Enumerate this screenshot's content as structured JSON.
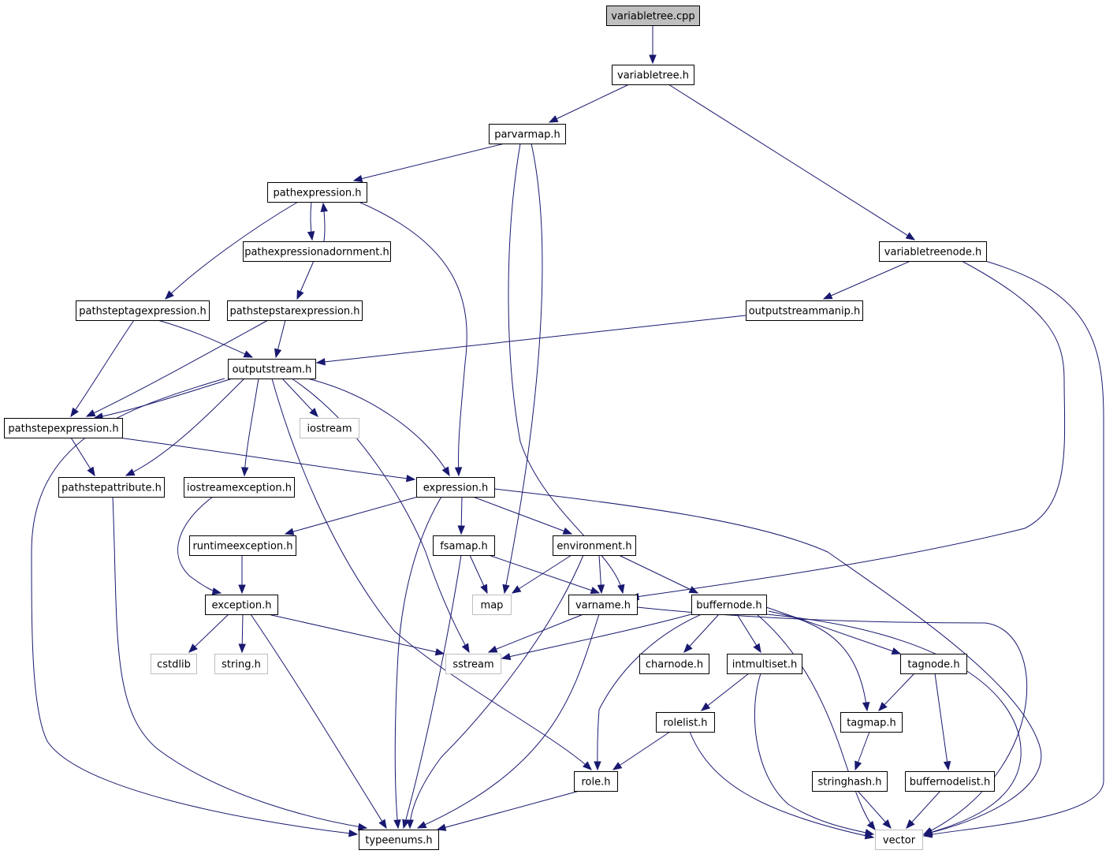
{
  "colors": {
    "edge": "#191970",
    "border_defined": "#000000",
    "border_external": "#bfbfbf",
    "root_fill": "#bfbfbf",
    "fill": "#ffffff"
  },
  "nodes": {
    "variabletree_cpp": "variabletree.cpp",
    "variabletree_h": "variabletree.h",
    "parvarmap_h": "parvarmap.h",
    "pathexpression_h": "pathexpression.h",
    "variabletreenode_h": "variabletreenode.h",
    "pathexpressionadornment_h": "pathexpressionadornment.h",
    "pathsteptagexpression_h": "pathsteptagexpression.h",
    "pathstepstarexpression_h": "pathstepstarexpression.h",
    "outputstreammanip_h": "outputstreammanip.h",
    "outputstream_h": "outputstream.h",
    "pathstepexpression_h": "pathstepexpression.h",
    "iostream": "iostream",
    "pathstepattribute_h": "pathstepattribute.h",
    "iostreamexception_h": "iostreamexception.h",
    "expression_h": "expression.h",
    "runtimeexception_h": "runtimeexception.h",
    "fsamap_h": "fsamap.h",
    "environment_h": "environment.h",
    "exception_h": "exception.h",
    "map": "map",
    "varname_h": "varname.h",
    "buffernode_h": "buffernode.h",
    "cstdlib": "cstdlib",
    "string_h": "string.h",
    "sstream": "sstream",
    "charnode_h": "charnode.h",
    "intmultiset_h": "intmultiset.h",
    "tagnode_h": "tagnode.h",
    "rolelist_h": "rolelist.h",
    "tagmap_h": "tagmap.h",
    "role_h": "role.h",
    "stringhash_h": "stringhash.h",
    "buffernodelist_h": "buffernodelist.h",
    "typeenums_h": "typeenums.h",
    "vector": "vector"
  }
}
